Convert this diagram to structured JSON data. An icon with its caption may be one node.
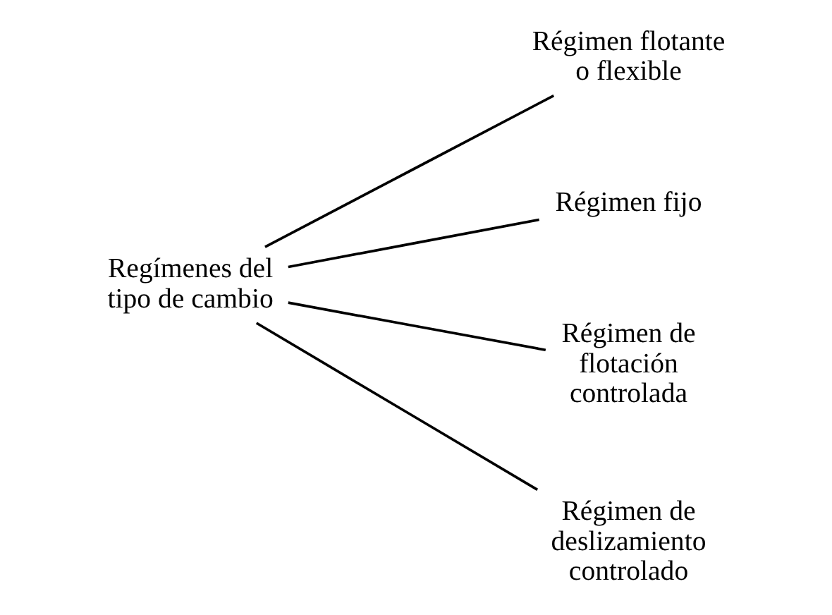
{
  "diagram": {
    "nodes": [
      {
        "text": [
          "Regímenes del tipo de cambio"
        ]
      },
      {
        "text": [
          "Régimen flotante o flexible"
        ]
      },
      {
        "text": [
          "Régimen fijo"
        ]
      },
      {
        "text": [
          "Régimen de flotación controlada"
        ]
      },
      {
        "text": [
          "Régimen de deslizamiento controlado"
        ]
      }
    ],
    "edges": [
      {
        "from": 0,
        "to": 1,
        "arrow": "none"
      },
      {
        "from": 0,
        "to": 2,
        "arrow": "none"
      },
      {
        "from": 0,
        "to": 3,
        "arrow": "none"
      },
      {
        "from": 0,
        "to": 4,
        "arrow": "none"
      }
    ]
  }
}
